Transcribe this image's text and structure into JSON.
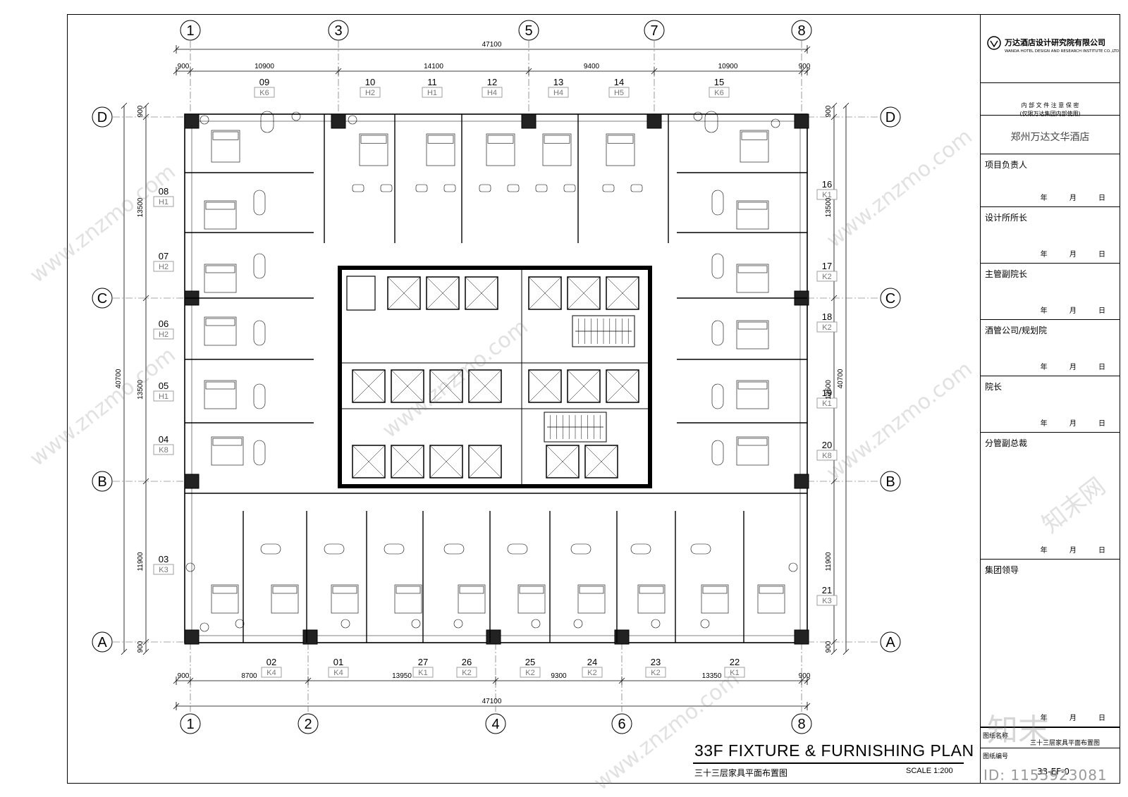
{
  "plan": {
    "title_en": "33F  FIXTURE & FURNISHING PLAN",
    "title_cn": "三十三层家具平面布置图",
    "scale": "SCALE   1:200"
  },
  "grid": {
    "top_axes": [
      "1",
      "3",
      "5",
      "7",
      "8"
    ],
    "bottom_axes": [
      "1",
      "2",
      "4",
      "6",
      "8"
    ],
    "rows": [
      "D",
      "C",
      "B",
      "A"
    ]
  },
  "dimensions": {
    "overall_width": "47100",
    "top_segments": [
      "900",
      "10900",
      "14100",
      "9400",
      "10900",
      "900"
    ],
    "bottom_segments": [
      "900",
      "8700",
      "13950",
      "9300",
      "13350",
      "900"
    ],
    "overall_height": "40700",
    "left_segments": [
      "900",
      "13500",
      "13500",
      "11900",
      "900"
    ],
    "right_segments": [
      "900",
      "13500",
      "13500",
      "11900",
      "900"
    ]
  },
  "rooms": {
    "top": [
      {
        "num": "09",
        "type": "K6"
      },
      {
        "num": "10",
        "type": "H2"
      },
      {
        "num": "11",
        "type": "H1"
      },
      {
        "num": "12",
        "type": "H4"
      },
      {
        "num": "13",
        "type": "H4"
      },
      {
        "num": "14",
        "type": "H5"
      },
      {
        "num": "15",
        "type": "K6"
      }
    ],
    "left": [
      {
        "num": "08",
        "type": "H1"
      },
      {
        "num": "07",
        "type": "H2"
      },
      {
        "num": "06",
        "type": "H2"
      },
      {
        "num": "05",
        "type": "H1"
      },
      {
        "num": "04",
        "type": "K8"
      },
      {
        "num": "03",
        "type": "K3"
      }
    ],
    "right": [
      {
        "num": "16",
        "type": "K1"
      },
      {
        "num": "17",
        "type": "K2"
      },
      {
        "num": "18",
        "type": "K2"
      },
      {
        "num": "19",
        "type": "K1"
      },
      {
        "num": "20",
        "type": "K8"
      },
      {
        "num": "21",
        "type": "K3"
      }
    ],
    "bottom": [
      {
        "num": "02",
        "type": "K4"
      },
      {
        "num": "01",
        "type": "K4"
      },
      {
        "num": "27",
        "type": "K1"
      },
      {
        "num": "26",
        "type": "K2"
      },
      {
        "num": "25",
        "type": "K2"
      },
      {
        "num": "24",
        "type": "K2"
      },
      {
        "num": "23",
        "type": "K2"
      },
      {
        "num": "22",
        "type": "K1"
      }
    ]
  },
  "titleblock": {
    "company": "万达酒店设计研究院有限公司",
    "company_en": "WANDA HOTEL DESIGN AND RESEARCH INSTITUTE CO.,LTD",
    "notice1": "内 部 文 件 注 意 保 密",
    "notice2": "(仅限万达集团内部使用)",
    "project": "郑州万达文华酒店",
    "date_text": "年 月 日",
    "sign_rows": [
      {
        "label": "项目负责人"
      },
      {
        "label": "设计所所长"
      },
      {
        "label": "主管副院长"
      },
      {
        "label": "酒管公司/规划院"
      },
      {
        "label": "院长"
      },
      {
        "label": "分管副总裁"
      },
      {
        "label": "集团领导"
      }
    ],
    "drawing_name_label": "图纸名称",
    "drawing_name": "三十三层家具平面布置图",
    "drawing_no_label": "图纸编号",
    "drawing_no": "33-EF-0"
  },
  "watermark": {
    "text": "www.znzmo.com",
    "brand": "知末网",
    "logo": "知末",
    "doc_id": "ID: 1155923081"
  }
}
